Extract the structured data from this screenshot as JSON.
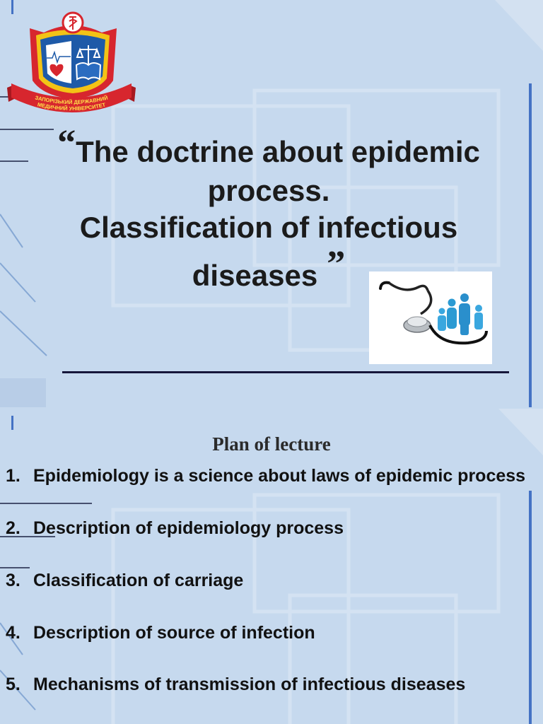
{
  "colors": {
    "background": "#c6d9ee",
    "accent_bar": "#4472c4",
    "separator": "#16163a",
    "text": "#111111",
    "logo_red": "#d7262e",
    "logo_blue": "#1e5aa8",
    "logo_yellow": "#f3c316",
    "illustration_blue": "#2b9ad3"
  },
  "slide1": {
    "logo": {
      "icon": "university-crest-logo",
      "ribbon_line1": "ЗАПОРІЗЬКИЙ ДЕРЖАВНИЙ",
      "ribbon_line2": "МЕДИЧНИЙ УНІВЕРСИТЕТ"
    },
    "title": {
      "open_quote": "“",
      "lines": [
        "The doctrine about epidemic",
        "process.",
        "Classification of infectious",
        "diseases"
      ],
      "close_quote": "”"
    },
    "illustration": {
      "icon": "stethoscope-family-icon"
    }
  },
  "slide2": {
    "heading": "Plan of lecture",
    "items": [
      {
        "number": "1.",
        "text": "Epidemiology is a science about laws of epidemic process"
      },
      {
        "number": "2.",
        "text": "Description of epidemiology process"
      },
      {
        "number": "3.",
        "text": "Classification of carriage"
      },
      {
        "number": "4.",
        "text": "Description of source of infection"
      },
      {
        "number": "5.",
        "text": "Mechanisms of transmission of infectious diseases"
      }
    ]
  }
}
